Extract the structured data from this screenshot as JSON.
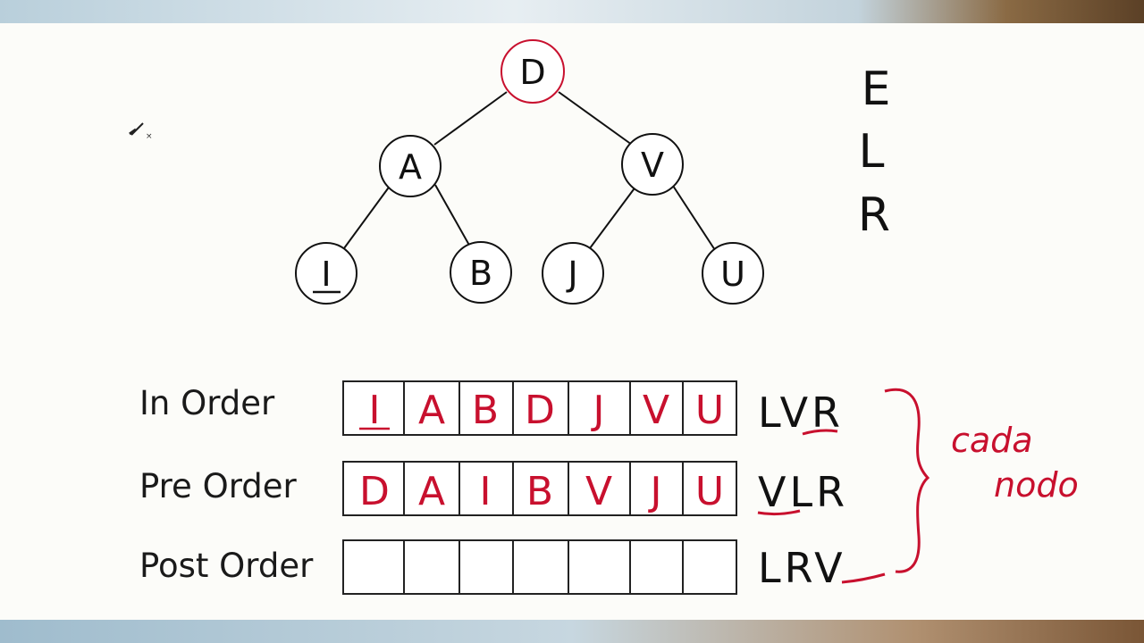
{
  "tree": {
    "root": "D",
    "level1": [
      "A",
      "V"
    ],
    "level2": [
      "I",
      "B",
      "J",
      "U"
    ]
  },
  "mnemonic_letters": [
    "E",
    "L",
    "R"
  ],
  "rows": [
    {
      "label": "In Order",
      "cells": [
        "I",
        "A",
        "B",
        "D",
        "J",
        "V",
        "U"
      ],
      "pattern": "LVR"
    },
    {
      "label": "Pre Order",
      "cells": [
        "D",
        "A",
        "I",
        "B",
        "V",
        "J",
        "U"
      ],
      "pattern": "VLR"
    },
    {
      "label": "Post Order",
      "cells": [
        "",
        "",
        "",
        "",
        "",
        "",
        ""
      ],
      "pattern": "LRV"
    }
  ],
  "annotation": {
    "line1": "cada",
    "line2": "nodo"
  },
  "colors": {
    "ink": "#111111",
    "accent": "#c8102e"
  }
}
